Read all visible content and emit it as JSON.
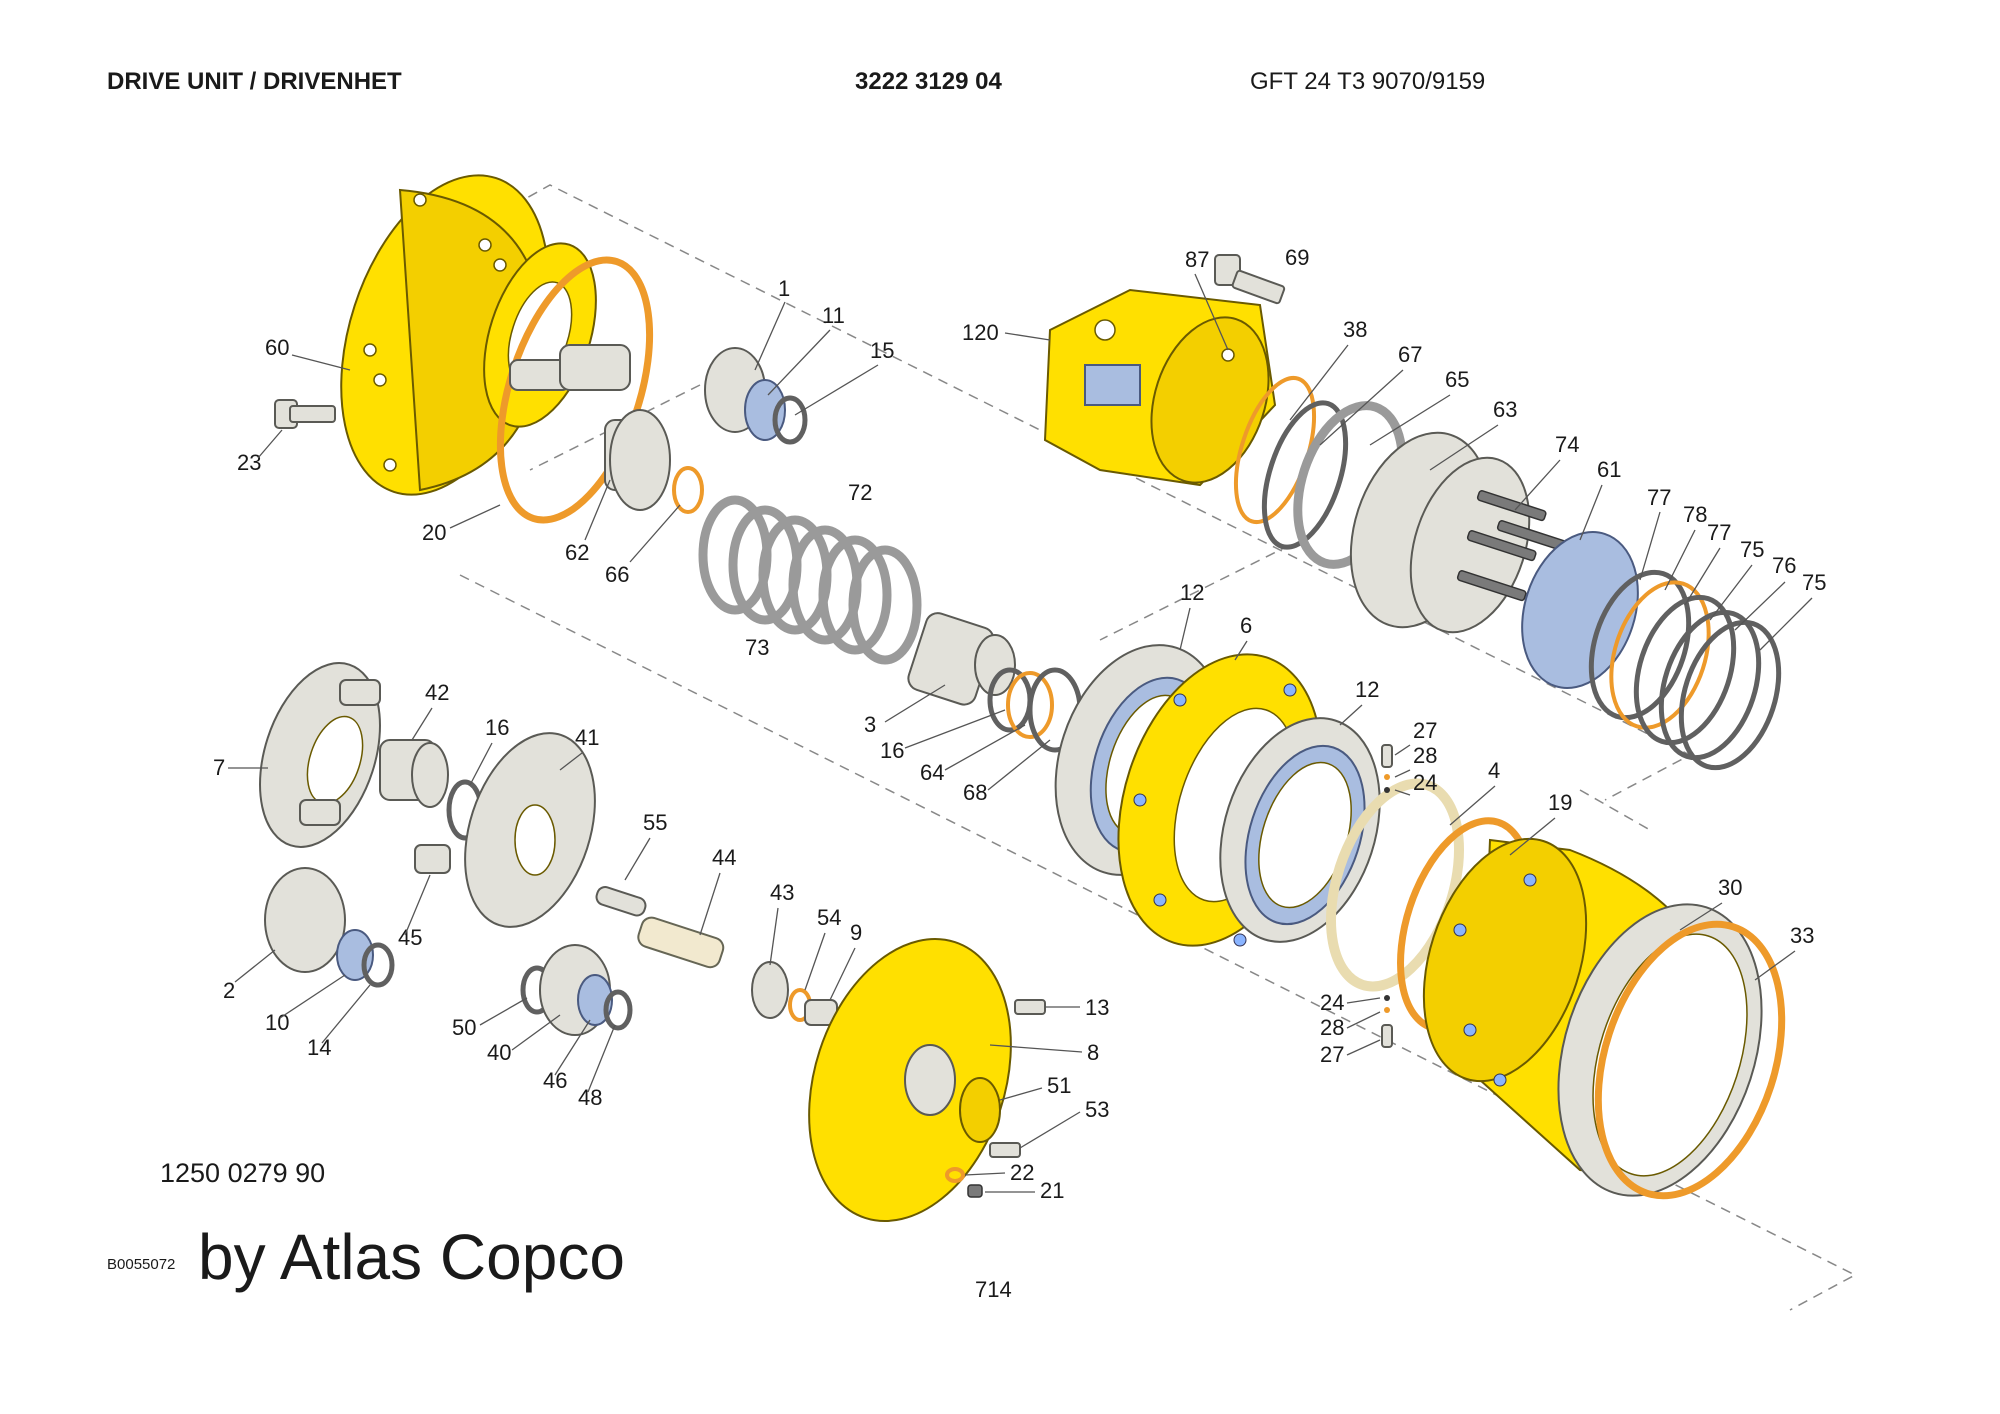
{
  "header": {
    "title": "DRIVE UNIT / DRIVENHET",
    "part_number": "3222 3129 04",
    "model": "GFT 24 T3 9070/9159"
  },
  "callouts": [
    "1",
    "11",
    "15",
    "60",
    "23",
    "20",
    "62",
    "66",
    "72",
    "73",
    "87",
    "69",
    "120",
    "38",
    "67",
    "65",
    "63",
    "74",
    "61",
    "77",
    "78",
    "77",
    "75",
    "76",
    "75",
    "12",
    "6",
    "12",
    "3",
    "16",
    "64",
    "68",
    "27",
    "28",
    "24",
    "4",
    "19",
    "30",
    "33",
    "24",
    "28",
    "27",
    "7",
    "42",
    "16",
    "41",
    "2",
    "45",
    "10",
    "14",
    "55",
    "44",
    "43",
    "54",
    "9",
    "50",
    "40",
    "46",
    "48",
    "13",
    "8",
    "51",
    "53",
    "22",
    "21"
  ],
  "footer": {
    "document_id": "1250 0279 90",
    "image_code": "B0055072",
    "brand": "by Atlas Copco",
    "page": "714"
  },
  "colors": {
    "housing": "#ffe000",
    "steel": "#e2e1da",
    "seal": "#a9bde0",
    "o_ring": "#ee9a2a"
  }
}
